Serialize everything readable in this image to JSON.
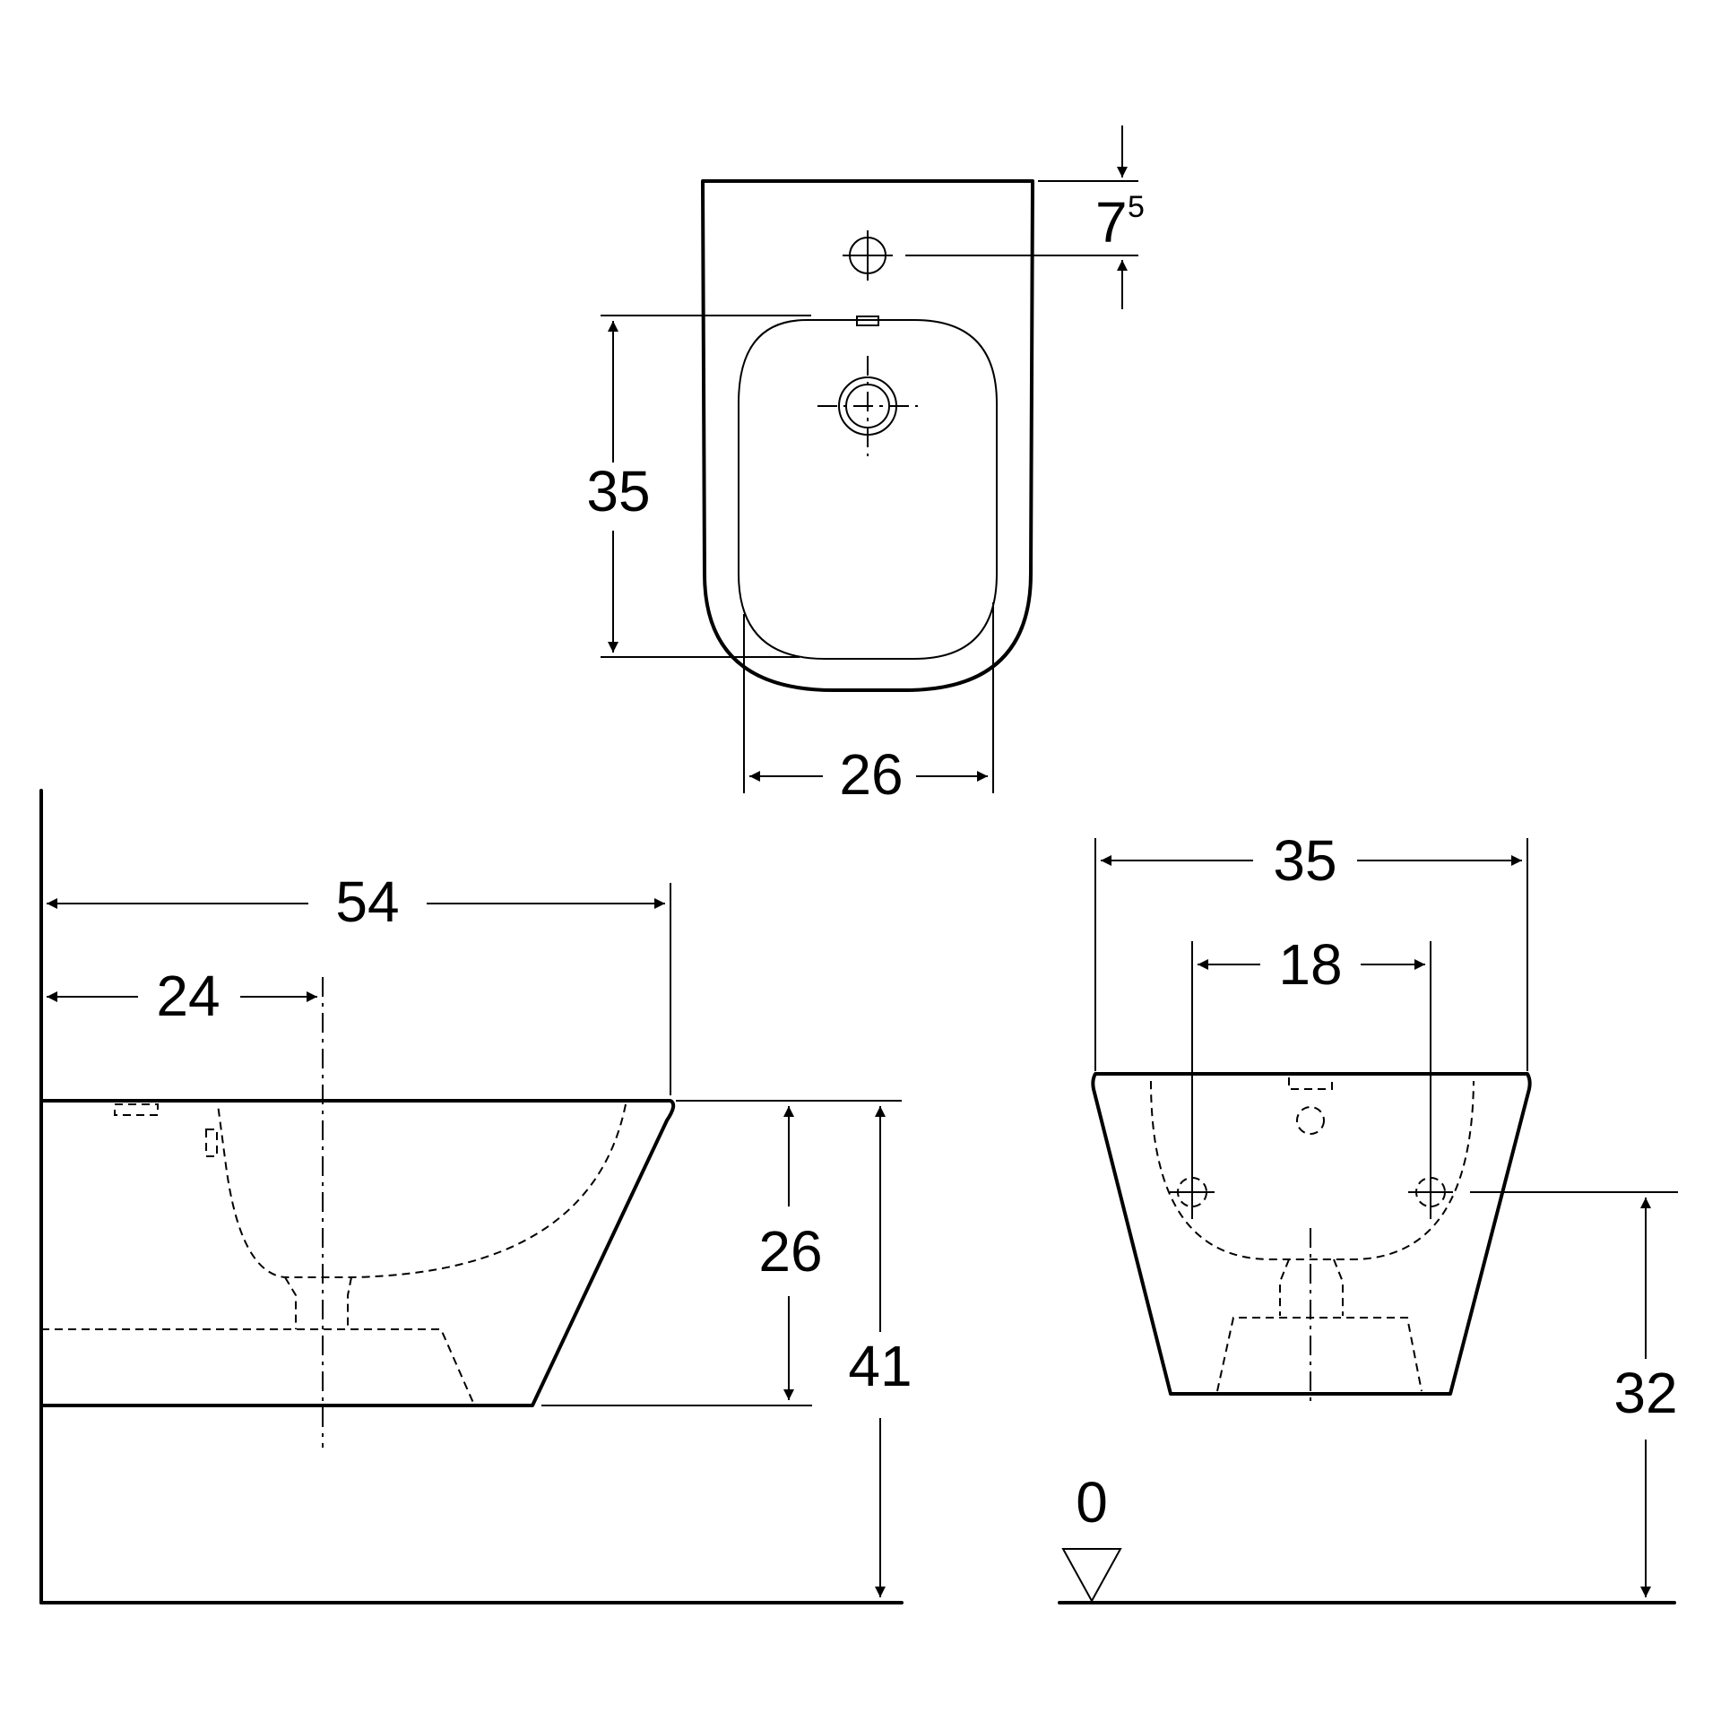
{
  "dimensions": {
    "top_height": "35",
    "top_width": "26",
    "tap_hole_offset_main": "7",
    "tap_hole_offset_sup": "5",
    "side_length": "54",
    "side_axis": "24",
    "side_bowl_height": "26",
    "side_total_height": "41",
    "front_width": "35",
    "front_fixing": "18",
    "front_fixing_height": "32",
    "floor_level": "0"
  }
}
